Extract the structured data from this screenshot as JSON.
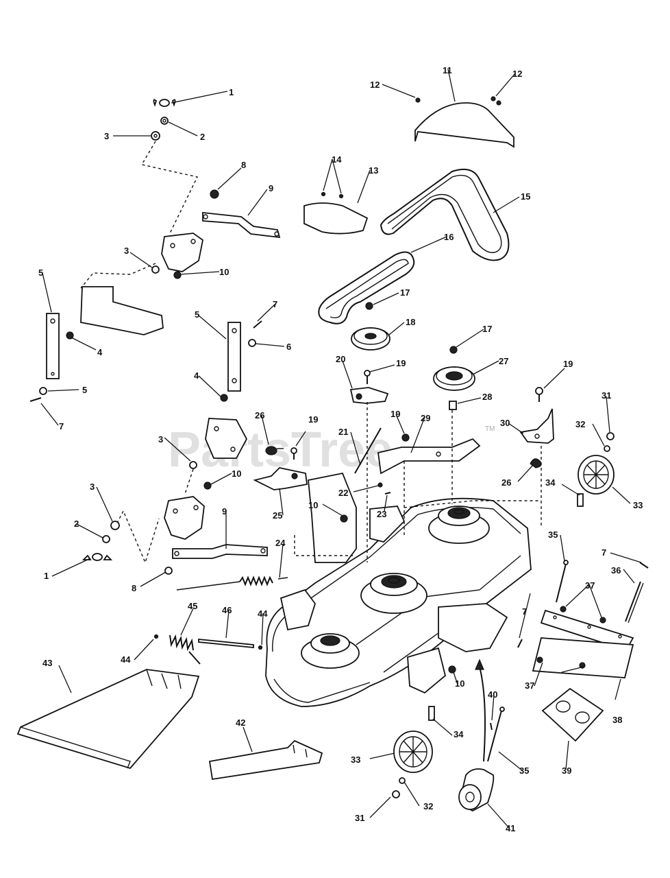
{
  "watermark": {
    "text": "PartsTree",
    "tm": "TM"
  },
  "callouts": [
    {
      "label": "1"
    },
    {
      "label": "2"
    },
    {
      "label": "3"
    },
    {
      "label": "8"
    },
    {
      "label": "9"
    },
    {
      "label": "3"
    },
    {
      "label": "10"
    },
    {
      "label": "5"
    },
    {
      "label": "4"
    },
    {
      "label": "5"
    },
    {
      "label": "7"
    },
    {
      "label": "7"
    },
    {
      "label": "5"
    },
    {
      "label": "6"
    },
    {
      "label": "4"
    },
    {
      "label": "3"
    },
    {
      "label": "10"
    },
    {
      "label": "3"
    },
    {
      "label": "2"
    },
    {
      "label": "1"
    },
    {
      "label": "9"
    },
    {
      "label": "8"
    },
    {
      "label": "11"
    },
    {
      "label": "12"
    },
    {
      "label": "12"
    },
    {
      "label": "14"
    },
    {
      "label": "13"
    },
    {
      "label": "15"
    },
    {
      "label": "16"
    },
    {
      "label": "17"
    },
    {
      "label": "18"
    },
    {
      "label": "17"
    },
    {
      "label": "20"
    },
    {
      "label": "19"
    },
    {
      "label": "27"
    },
    {
      "label": "28"
    },
    {
      "label": "19"
    },
    {
      "label": "26"
    },
    {
      "label": "19"
    },
    {
      "label": "19"
    },
    {
      "label": "29"
    },
    {
      "label": "30"
    },
    {
      "label": "31"
    },
    {
      "label": "32"
    },
    {
      "label": "21"
    },
    {
      "label": "26"
    },
    {
      "label": "34"
    },
    {
      "label": "33"
    },
    {
      "label": "25"
    },
    {
      "label": "22"
    },
    {
      "label": "10"
    },
    {
      "label": "23"
    },
    {
      "label": "24"
    },
    {
      "label": "35"
    },
    {
      "label": "7"
    },
    {
      "label": "36"
    },
    {
      "label": "37"
    },
    {
      "label": "45"
    },
    {
      "label": "46"
    },
    {
      "label": "44"
    },
    {
      "label": "44"
    },
    {
      "label": "7"
    },
    {
      "label": "43"
    },
    {
      "label": "10"
    },
    {
      "label": "37"
    },
    {
      "label": "38"
    },
    {
      "label": "40"
    },
    {
      "label": "42"
    },
    {
      "label": "34"
    },
    {
      "label": "33"
    },
    {
      "label": "35"
    },
    {
      "label": "39"
    },
    {
      "label": "32"
    },
    {
      "label": "31"
    },
    {
      "label": "41"
    }
  ]
}
